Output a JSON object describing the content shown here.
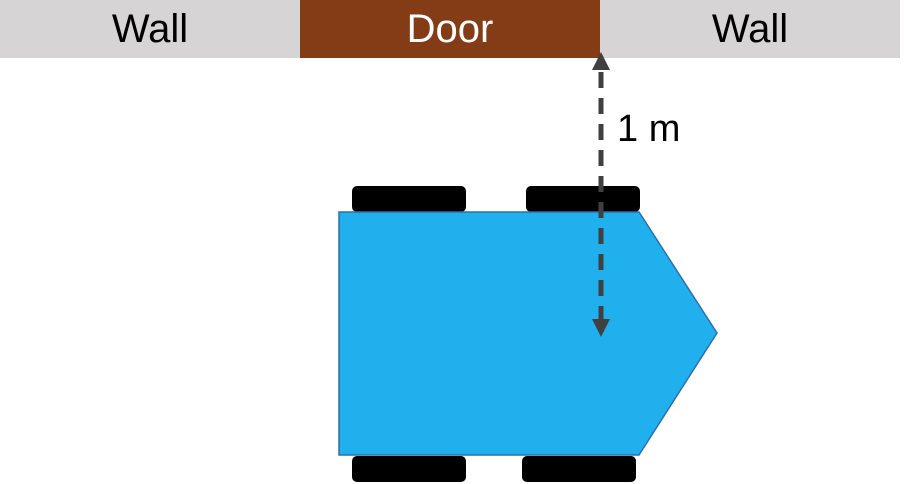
{
  "wall": {
    "left_label": "Wall",
    "right_label": "Wall",
    "color": "#d6d4d5"
  },
  "door": {
    "label": "Door",
    "color": "#843c17"
  },
  "robot": {
    "body_color": "#20b0ee",
    "outline_color": "#2e6fa8",
    "wheel_color": "#000000"
  },
  "distance": {
    "label": "1 m",
    "arrow_color": "#404040"
  }
}
